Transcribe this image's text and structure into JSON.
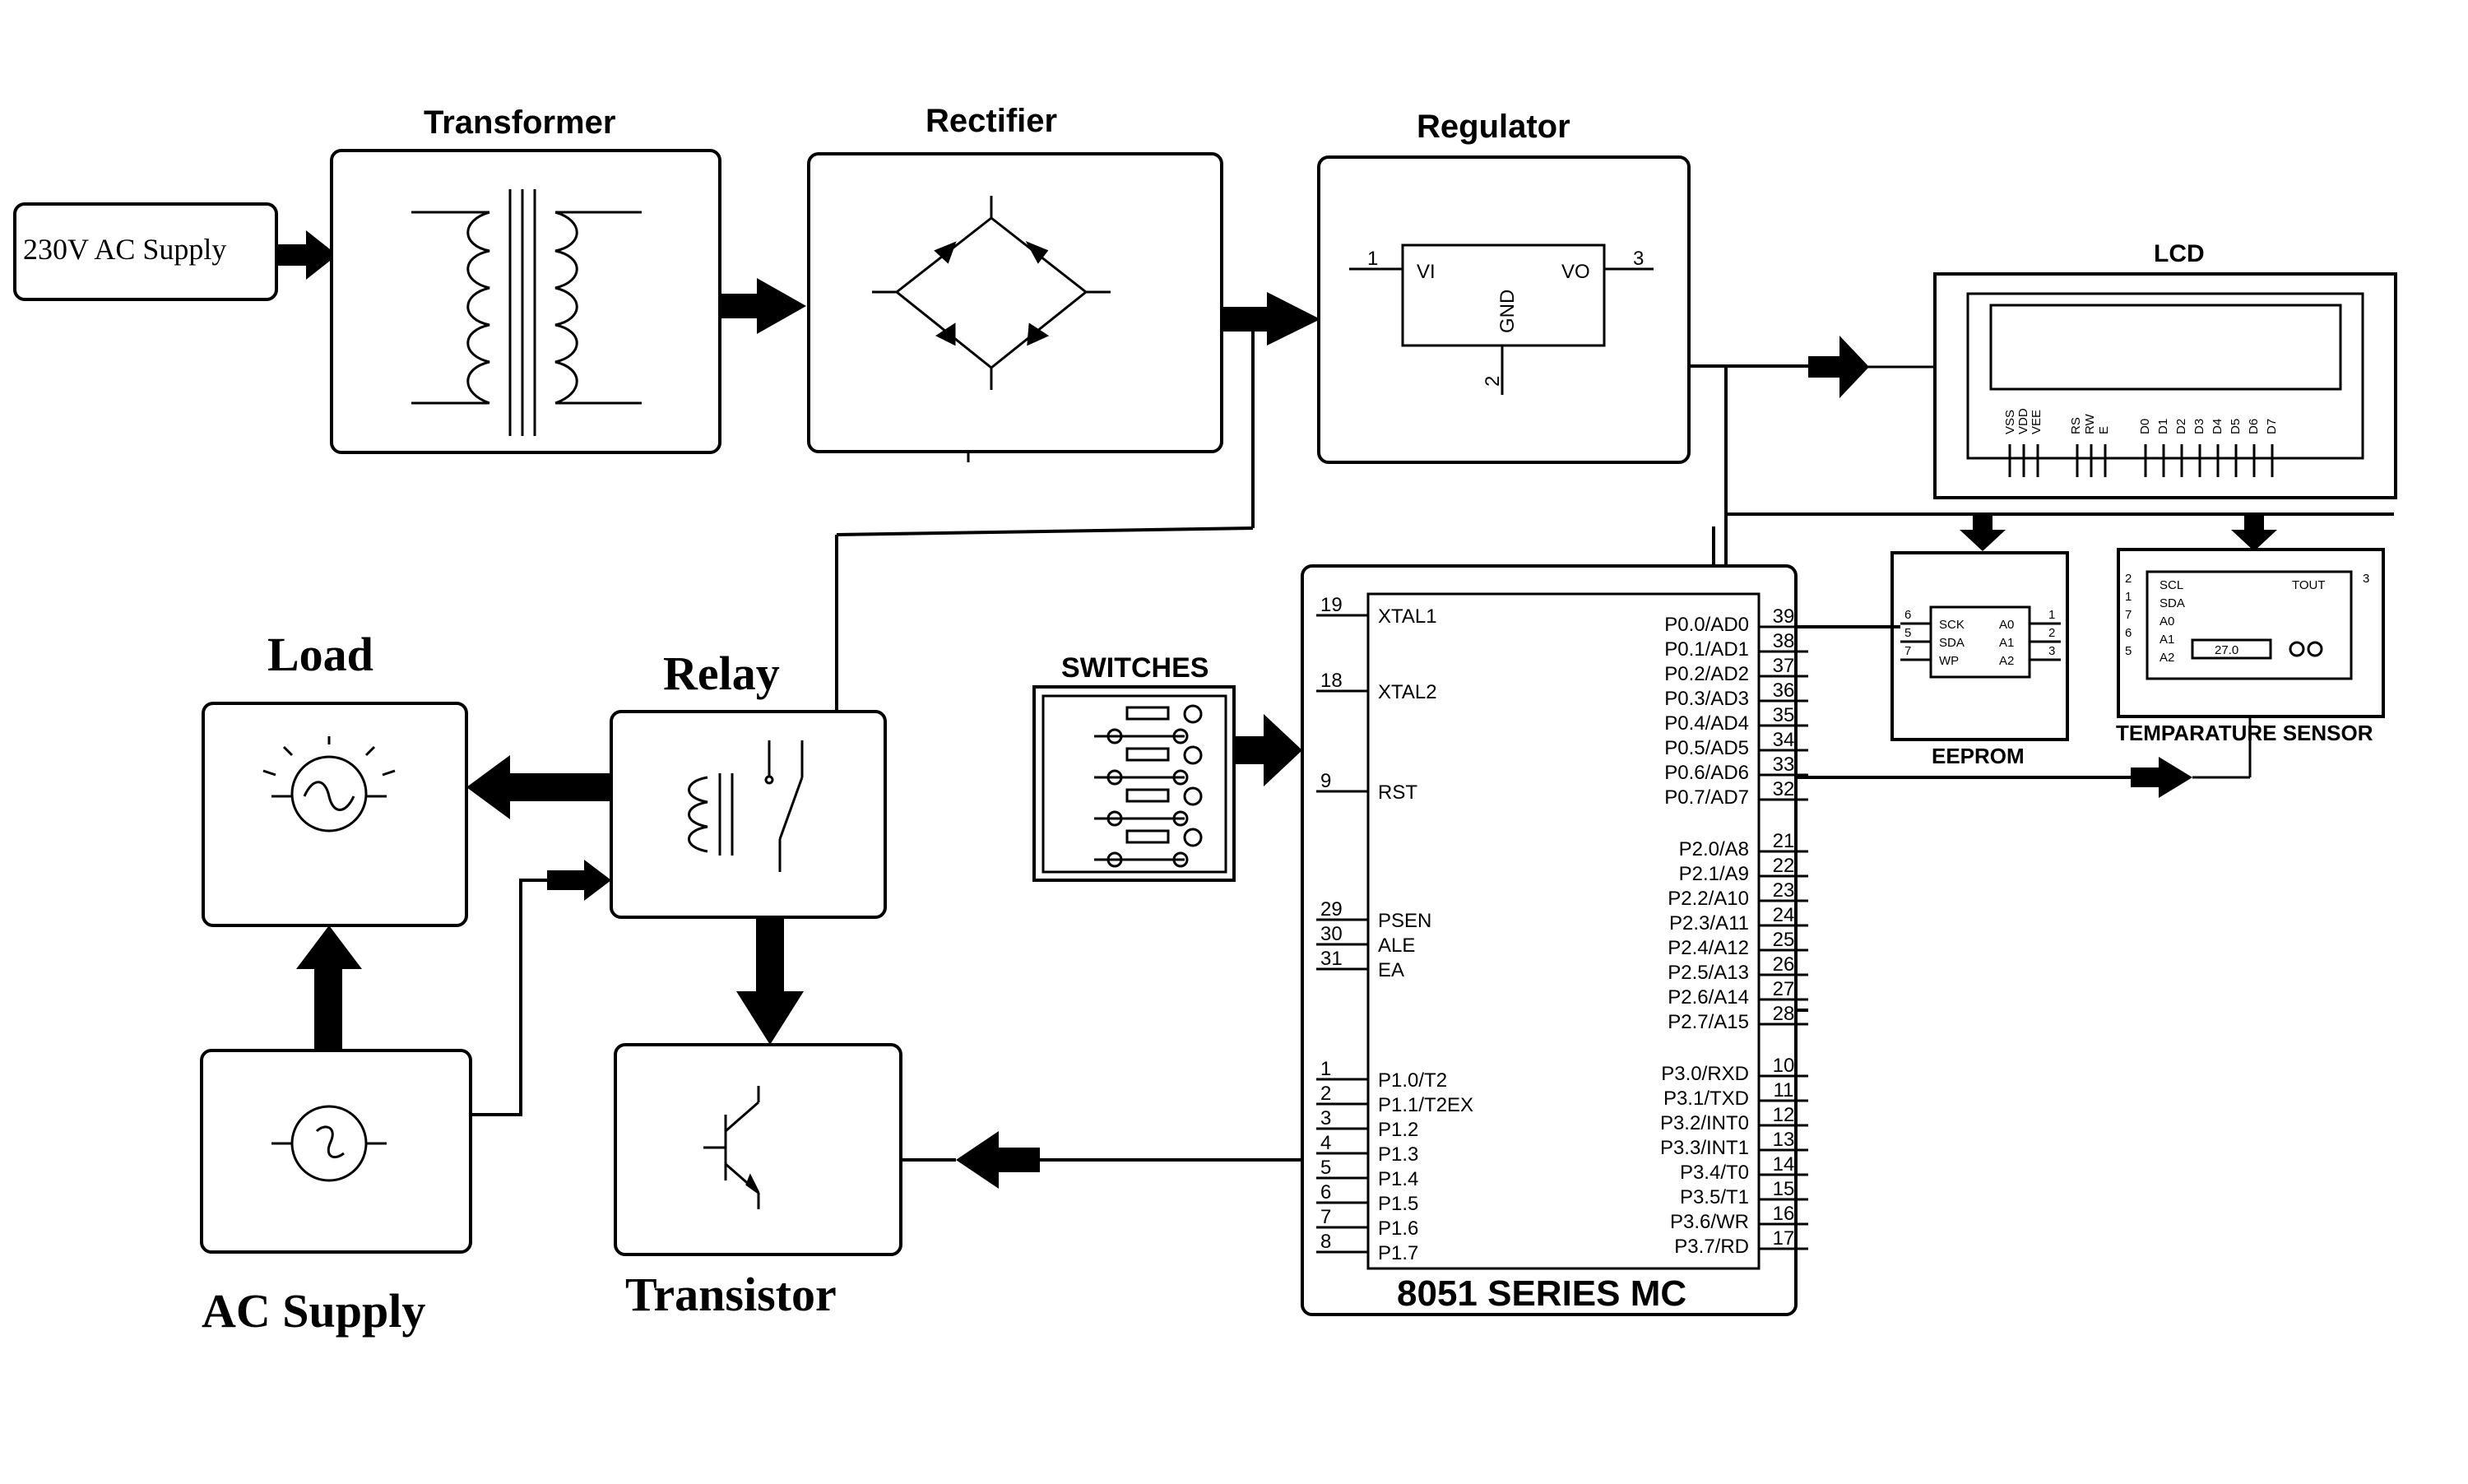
{
  "blocks": {
    "ac_input": "230V AC Supply",
    "transformer": "Transformer",
    "rectifier": "Rectifier",
    "regulator": "Regulator",
    "lcd": "LCD",
    "eeprom": "EEPROM",
    "temp_sensor": "TEMPARATURE SENSOR",
    "switches": "SWITCHES",
    "load": "Load",
    "relay": "Relay",
    "ac_supply": "AC Supply",
    "transistor": "Transistor",
    "mcu": "8051 SERIES MC"
  },
  "regulator_pins": {
    "vi": "VI",
    "vo": "VO",
    "gnd": "GND",
    "pin1": "1",
    "pin2": "2",
    "pin3": "3"
  },
  "lcd_pins": {
    "left": [
      "VSS",
      "VDD",
      "VEE"
    ],
    "mid": [
      "RS",
      "RW",
      "E"
    ],
    "right": [
      "D0",
      "D1",
      "D2",
      "D3",
      "D4",
      "D5",
      "D6",
      "D7"
    ]
  },
  "eeprom_pins": {
    "left": [
      "SCK",
      "SDA",
      "WP"
    ],
    "right": [
      "A0",
      "A1",
      "A2"
    ],
    "left_nums": [
      "6",
      "5",
      "7"
    ],
    "right_nums": [
      "1",
      "2",
      "3"
    ]
  },
  "temp_pins": {
    "left": [
      "SCL",
      "SDA",
      "A0",
      "A1",
      "A2"
    ],
    "left_nums": [
      "2",
      "1",
      "7",
      "6",
      "5"
    ],
    "tout": "TOUT",
    "tout_num": "3",
    "display": "27.0"
  },
  "mcu_left_pins": [
    {
      "num": "19",
      "name": "XTAL1"
    },
    {
      "num": "18",
      "name": "XTAL2"
    },
    {
      "num": "9",
      "name": "RST"
    },
    {
      "num": "29",
      "name": "PSEN"
    },
    {
      "num": "30",
      "name": "ALE"
    },
    {
      "num": "31",
      "name": "EA"
    },
    {
      "num": "1",
      "name": "P1.0/T2"
    },
    {
      "num": "2",
      "name": "P1.1/T2EX"
    },
    {
      "num": "3",
      "name": "P1.2"
    },
    {
      "num": "4",
      "name": "P1.3"
    },
    {
      "num": "5",
      "name": "P1.4"
    },
    {
      "num": "6",
      "name": "P1.5"
    },
    {
      "num": "7",
      "name": "P1.6"
    },
    {
      "num": "8",
      "name": "P1.7"
    }
  ],
  "mcu_right_pins": [
    {
      "num": "39",
      "name": "P0.0/AD0"
    },
    {
      "num": "38",
      "name": "P0.1/AD1"
    },
    {
      "num": "37",
      "name": "P0.2/AD2"
    },
    {
      "num": "36",
      "name": "P0.3/AD3"
    },
    {
      "num": "35",
      "name": "P0.4/AD4"
    },
    {
      "num": "34",
      "name": "P0.5/AD5"
    },
    {
      "num": "33",
      "name": "P0.6/AD6"
    },
    {
      "num": "32",
      "name": "P0.7/AD7"
    },
    {
      "num": "21",
      "name": "P2.0/A8"
    },
    {
      "num": "22",
      "name": "P2.1/A9"
    },
    {
      "num": "23",
      "name": "P2.2/A10"
    },
    {
      "num": "24",
      "name": "P2.3/A11"
    },
    {
      "num": "25",
      "name": "P2.4/A12"
    },
    {
      "num": "26",
      "name": "P2.5/A13"
    },
    {
      "num": "27",
      "name": "P2.6/A14"
    },
    {
      "num": "28",
      "name": "P2.7/A15"
    },
    {
      "num": "10",
      "name": "P3.0/RXD"
    },
    {
      "num": "11",
      "name": "P3.1/TXD"
    },
    {
      "num": "12",
      "name": "P3.2/INT0"
    },
    {
      "num": "13",
      "name": "P3.3/INT1"
    },
    {
      "num": "14",
      "name": "P3.4/T0"
    },
    {
      "num": "15",
      "name": "P3.5/T1"
    },
    {
      "num": "16",
      "name": "P3.6/WR"
    },
    {
      "num": "17",
      "name": "P3.7/RD"
    }
  ]
}
